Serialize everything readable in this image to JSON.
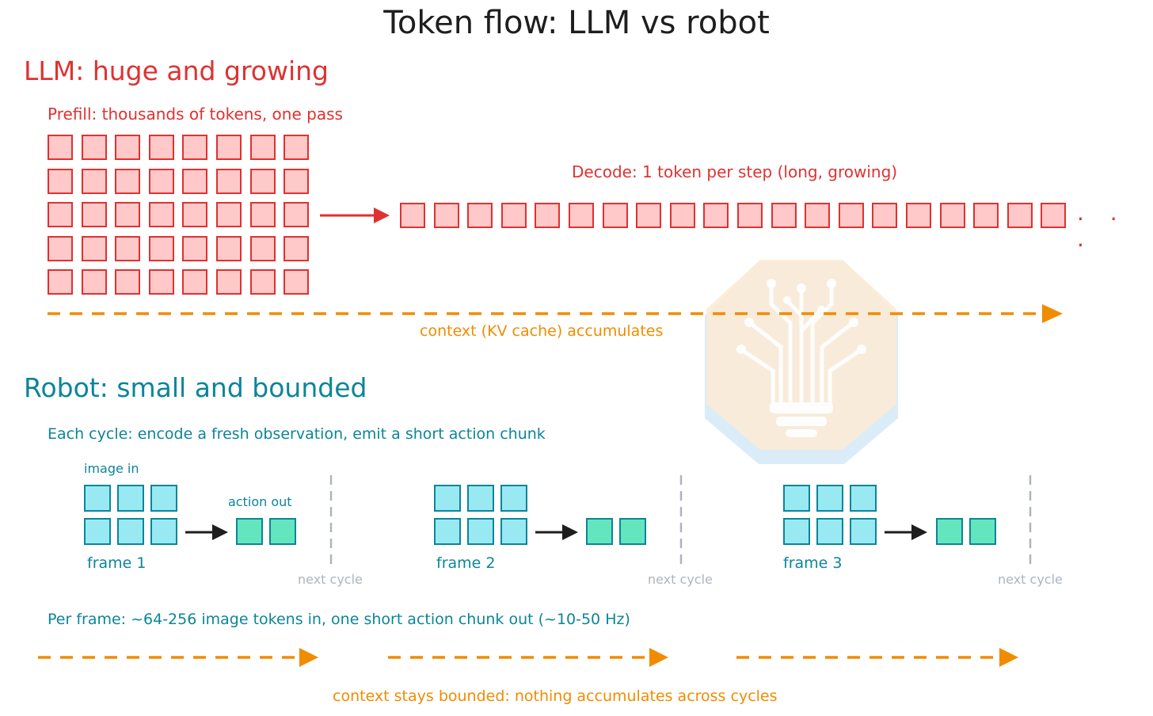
{
  "title": "Token flow: LLM vs robot",
  "llm": {
    "heading": "LLM: huge and growing",
    "prefill_label": "Prefill: thousands of tokens, one pass",
    "prefill_grid": {
      "rows": 5,
      "cols": 8
    },
    "decode_label": "Decode: 1 token per step (long, growing)",
    "decode_token_count": 20,
    "ellipsis": ". . .",
    "context_label": "context (KV cache) accumulates"
  },
  "robot": {
    "heading": "Robot: small and bounded",
    "subheading": "Each cycle: encode a fresh observation, emit a short action chunk",
    "image_in_label": "image in",
    "action_out_label": "action out",
    "cycles": [
      {
        "frame_label": "frame 1",
        "next_label": "next cycle"
      },
      {
        "frame_label": "frame 2",
        "next_label": "next cycle"
      },
      {
        "frame_label": "frame 3",
        "next_label": "next cycle"
      }
    ],
    "image_tokens_per_frame": 6,
    "action_tokens_per_frame": 2,
    "per_frame_label": "Per frame: ~64-256 image tokens in, one short action chunk out (~10-50 Hz)",
    "context_label": "context stays bounded: nothing accumulates across cycles"
  },
  "colors": {
    "llm_red": "#e03131",
    "llm_fill": "#ffc9c9",
    "robot_teal": "#0c8599",
    "image_fill": "#99e9f2",
    "action_fill": "#63e6be",
    "context_orange": "#f08c00",
    "divider_gray": "#adb5bd"
  },
  "icons": {
    "prefill_to_decode": "red-arrow-right-icon",
    "image_to_action": "black-arrow-right-icon",
    "context": "dashed-orange-arrow-icon",
    "watermark": "lightbulb-circuit-watermark-icon"
  }
}
